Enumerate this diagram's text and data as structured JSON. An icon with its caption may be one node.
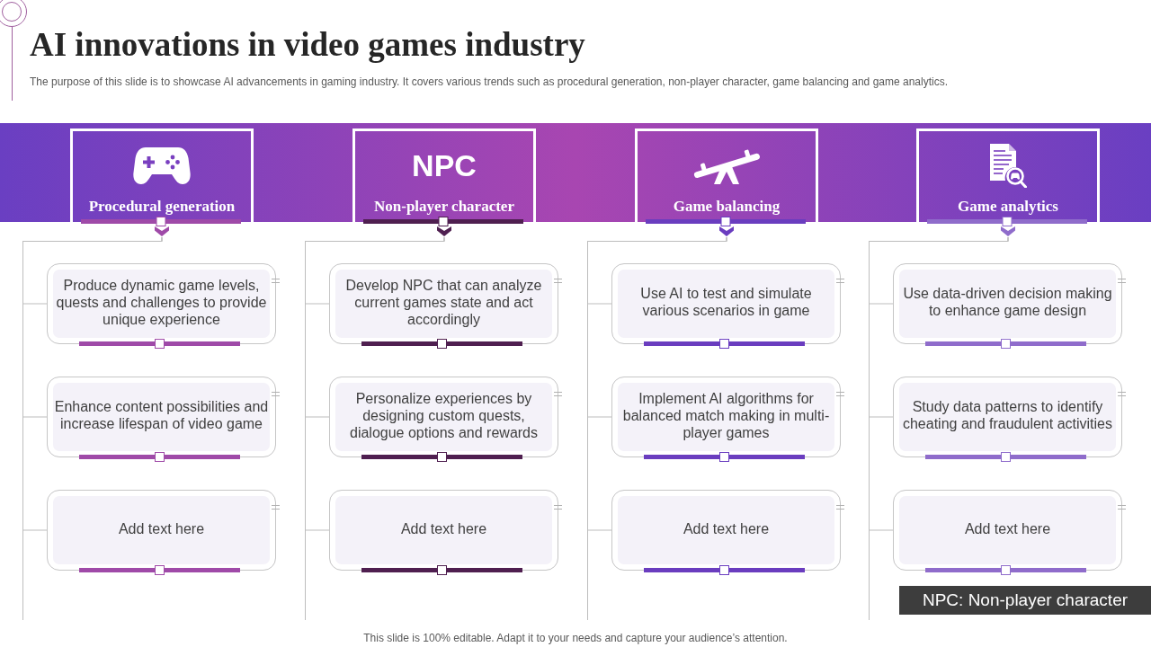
{
  "diagram": {
    "title": "AI innovations in video games industry",
    "nodes": [
      {
        "text": [
          "Procedural generation"
        ]
      },
      {
        "text": [
          "NPC",
          "Non-player character"
        ]
      },
      {
        "text": [
          "Game balancing"
        ]
      },
      {
        "text": [
          "Game analytics"
        ]
      },
      {
        "text": [
          "Produce dynamic game levels, quests and challenges to provide unique experience"
        ]
      },
      {
        "text": [
          "Enhance content possibilities and increase lifespan of video game"
        ]
      },
      {
        "text": [
          "Add text here"
        ]
      },
      {
        "text": [
          "Develop NPC that can analyze current games state and act accordingly"
        ]
      },
      {
        "text": [
          "Personalize experiences by designing custom quests, dialogue options and rewards"
        ]
      },
      {
        "text": [
          "Add text here"
        ]
      },
      {
        "text": [
          "Use AI to test and simulate various scenarios in game"
        ]
      },
      {
        "text": [
          "Implement AI algorithms for balanced match making in multi-player games"
        ]
      },
      {
        "text": [
          "Add text here"
        ]
      },
      {
        "text": [
          "Use data-driven decision making to enhance game design"
        ]
      },
      {
        "text": [
          "Study data patterns to identify cheating and fraudulent activities"
        ]
      },
      {
        "text": [
          "Add text here"
        ]
      },
      {
        "text": [
          "NPC: Non-player character"
        ]
      }
    ],
    "edges": [
      {
        "from": 0,
        "to": 4,
        "arrow": "none"
      },
      {
        "from": 0,
        "to": 5,
        "arrow": "none"
      },
      {
        "from": 0,
        "to": 6,
        "arrow": "none"
      },
      {
        "from": 1,
        "to": 7,
        "arrow": "none"
      },
      {
        "from": 1,
        "to": 8,
        "arrow": "none"
      },
      {
        "from": 1,
        "to": 9,
        "arrow": "none"
      },
      {
        "from": 2,
        "to": 10,
        "arrow": "none"
      },
      {
        "from": 2,
        "to": 11,
        "arrow": "none"
      },
      {
        "from": 2,
        "to": 12,
        "arrow": "none"
      },
      {
        "from": 3,
        "to": 13,
        "arrow": "none"
      },
      {
        "from": 3,
        "to": 14,
        "arrow": "none"
      },
      {
        "from": 3,
        "to": 15,
        "arrow": "none"
      }
    ],
    "labels": [
      "The purpose of this slide is to showcase AI advancements in gaming industry. It covers various trends such as procedural generation, non-player character, game balancing and game analytics.",
      "This slide is 100% editable. Adapt it to your needs and capture your audience’s attention."
    ]
  }
}
